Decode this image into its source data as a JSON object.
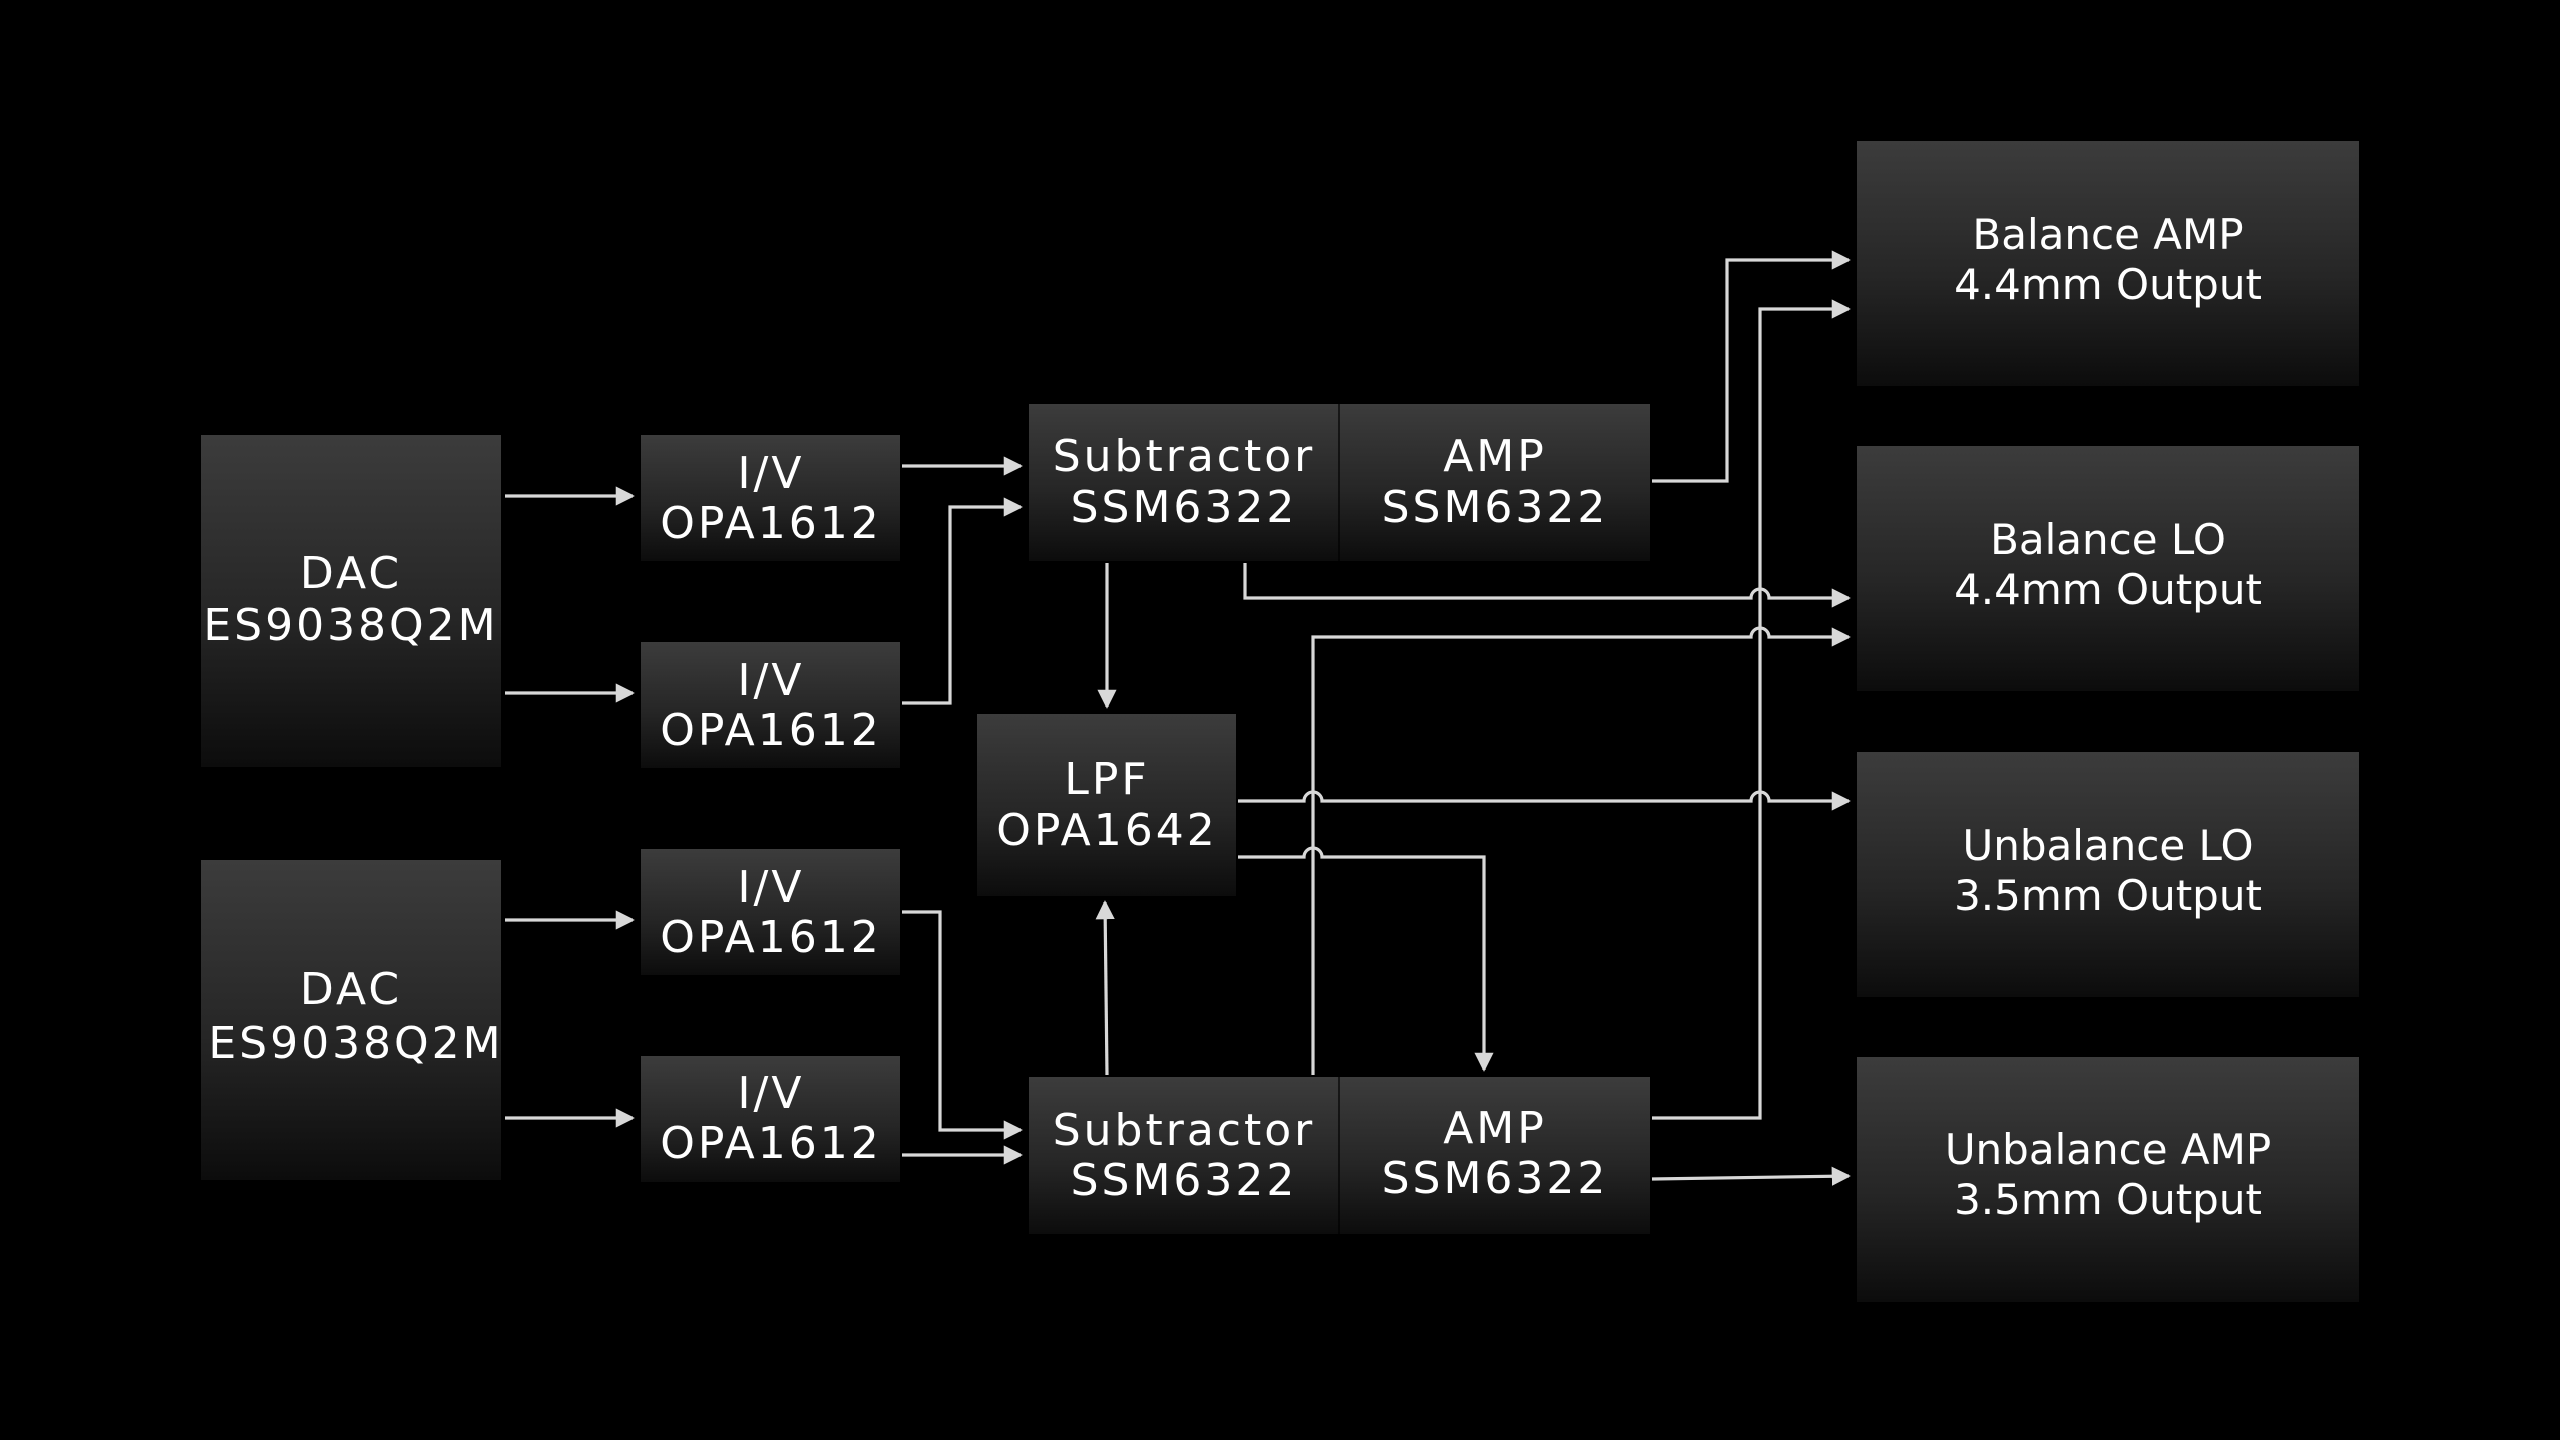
{
  "diagram": {
    "blocks": {
      "dac_top": {
        "line1": "DAC",
        "line2": "ES9038Q2M"
      },
      "dac_bottom": {
        "line1": "DAC",
        "line2": "ES9038Q2M"
      },
      "iv1": {
        "line1": "I/V",
        "line2": "OPA1612"
      },
      "iv2": {
        "line1": "I/V",
        "line2": "OPA1612"
      },
      "iv3": {
        "line1": "I/V",
        "line2": "OPA1612"
      },
      "iv4": {
        "line1": "I/V",
        "line2": "OPA1612"
      },
      "sub_top": {
        "line1": "Subtractor",
        "line2": "SSM6322"
      },
      "amp_top": {
        "line1": "AMP",
        "line2": "SSM6322"
      },
      "lpf": {
        "line1": "LPF",
        "line2": "OPA1642"
      },
      "sub_bottom": {
        "line1": "Subtractor",
        "line2": "SSM6322"
      },
      "amp_bottom": {
        "line1": "AMP",
        "line2": "SSM6322"
      },
      "out_balance_amp": {
        "line1": "Balance AMP",
        "line2": "4.4mm Output"
      },
      "out_balance_lo": {
        "line1": "Balance LO",
        "line2": "4.4mm Output"
      },
      "out_unbalance_lo": {
        "line1": "Unbalance LO",
        "line2": "3.5mm Output"
      },
      "out_unbalance_amp": {
        "line1": "Unbalance AMP",
        "line2": "3.5mm Output"
      }
    }
  }
}
